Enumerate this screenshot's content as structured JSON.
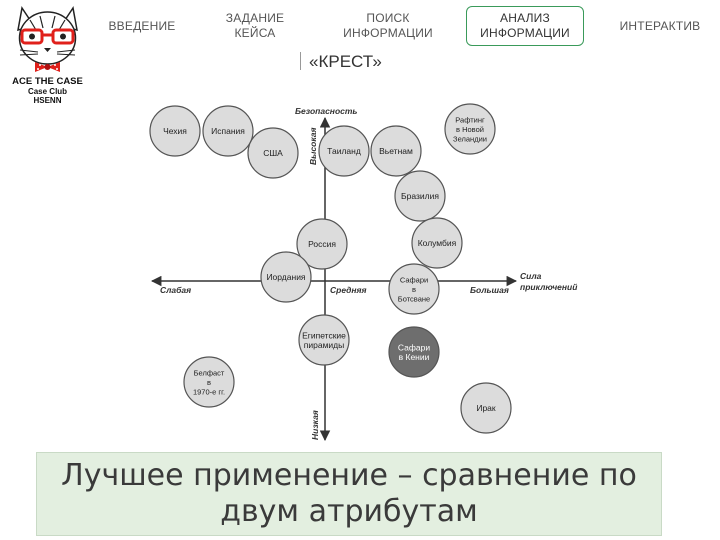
{
  "logo": {
    "line1": "ACE THE CASE",
    "line2": "Case Club",
    "line3": "HSENN"
  },
  "nav": [
    {
      "label": "ВВЕДЕНИЕ",
      "active": false
    },
    {
      "label": "ЗАДАНИЕ\nКЕЙСА",
      "active": false
    },
    {
      "label": "ПОИСК\nИНФОРМАЦИИ",
      "active": false
    },
    {
      "label": "АНАЛИЗ\nИНФОРМАЦИИ",
      "active": true
    },
    {
      "label": "ИНТЕРАКТИВ",
      "active": false
    }
  ],
  "title": "«КРЕСТ»",
  "diagram": {
    "y_axis_label": "Безопасность",
    "y_high": "Высокая",
    "y_low": "Низкая",
    "x_axis_label_1": "Сила",
    "x_axis_label_2": "приключений",
    "x_low": "Слабая",
    "x_mid": "Средняя",
    "x_high": "Большая",
    "nodes": [
      {
        "label": "Чехия",
        "highlight": false
      },
      {
        "label": "Испания",
        "highlight": false
      },
      {
        "label": "США",
        "highlight": false
      },
      {
        "label": "Таиланд",
        "highlight": false
      },
      {
        "label": "Вьетнам",
        "highlight": false
      },
      {
        "label": "Рафтинг\nв Новой\nЗеландии",
        "highlight": false
      },
      {
        "label": "Бразилия",
        "highlight": false
      },
      {
        "label": "Россия",
        "highlight": false
      },
      {
        "label": "Колумбия",
        "highlight": false
      },
      {
        "label": "Иордания",
        "highlight": false
      },
      {
        "label": "Сафари\nв\nБотсване",
        "highlight": false
      },
      {
        "label": "Египетские\nпирамиды",
        "highlight": false
      },
      {
        "label": "Сафари\nв Кении",
        "highlight": true
      },
      {
        "label": "Белфаст\nв\n1970-е гг.",
        "highlight": false
      },
      {
        "label": "Ирак",
        "highlight": false
      }
    ]
  },
  "banner": "Лучшее применение – сравнение по двум атрибутам",
  "colors": {
    "accent": "#3a9a5a",
    "node_fill": "#dcdcdc",
    "node_highlight": "#6e6e6e",
    "banner_bg": "#e3efe0",
    "logo_red": "#e0201b"
  }
}
